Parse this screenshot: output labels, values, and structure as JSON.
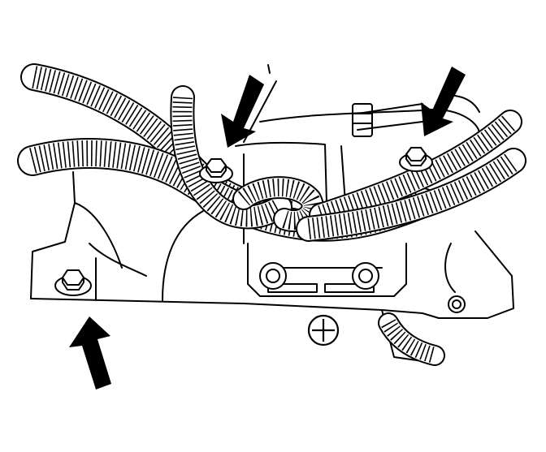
{
  "diagram": {
    "colors": {
      "line": "#000000",
      "background": "#ffffff",
      "arrow": "#000000"
    },
    "arrows": [
      {
        "name": "arrow-upper-left-bolt"
      },
      {
        "name": "arrow-upper-right-bolt"
      },
      {
        "name": "arrow-lower-left-bolt"
      }
    ],
    "bolts": [
      {
        "name": "bolt-upper-left"
      },
      {
        "name": "bolt-upper-right"
      },
      {
        "name": "bolt-lower-left"
      }
    ],
    "symbols": [
      {
        "name": "front-of-vehicle-symbol",
        "icon": "circle-cross-icon"
      }
    ]
  }
}
